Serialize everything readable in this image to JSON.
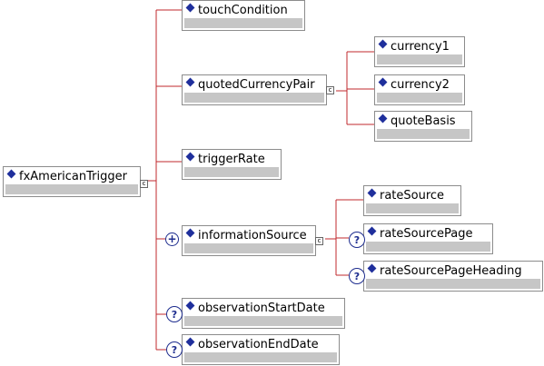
{
  "nodes": {
    "root": "fxAmericanTrigger",
    "touch_condition": "touchCondition",
    "quoted_currency_pair": "quotedCurrencyPair",
    "currency1": "currency1",
    "currency2": "currency2",
    "quote_basis": "quoteBasis",
    "trigger_rate": "triggerRate",
    "information_source": "informationSource",
    "rate_source": "rateSource",
    "rate_source_page": "rateSourcePage",
    "rate_source_page_heading": "rateSourcePageHeading",
    "observation_start_date": "observationStartDate",
    "observation_end_date": "observationEndDate"
  },
  "badges": {
    "complex_type": "c",
    "optional": "?",
    "expand": "+"
  },
  "icons": {
    "element": "diamond-icon",
    "complex_type": "complex-type-icon",
    "optional": "question-mark-icon",
    "expand": "plus-icon"
  },
  "colors": {
    "connector": "#c0282d",
    "diamond": "#1f2f9c",
    "node_strip": "#c6c6c6",
    "node_border": "#8c8c8c",
    "optional_badge": "#1d2c8e"
  }
}
